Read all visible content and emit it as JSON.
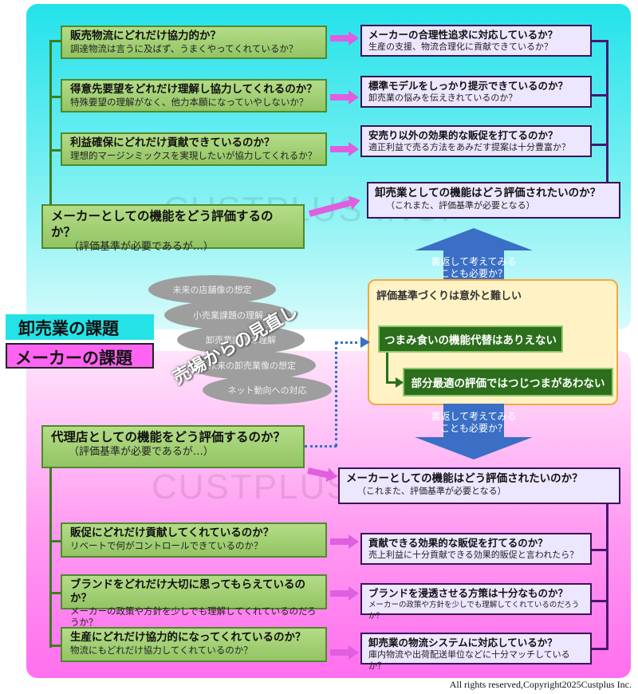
{
  "watermark": "CUSTPLUS INC.",
  "labels": {
    "wholesaler": "卸売業の課題",
    "maker": "メーカーの課題"
  },
  "top": {
    "main": {
      "title": "メーカーとしての機能をどう評価するのか？",
      "sub": "（評価基準が必要であるが…）"
    },
    "questions": [
      {
        "title": "販売物流にどれだけ協力的か？",
        "sub": "調達物流は言うに及ばず、うまくやってくれているか？"
      },
      {
        "title": "得意先要望をどれだけ理解し協力してくれるのか？",
        "sub": "特殊要望の理解がなく、他力本願になっていやしないか？"
      },
      {
        "title": "利益確保にどれだけ貢献できているのか？",
        "sub": "理想的マージンミックスを実現したいが協力してくれるか？"
      }
    ],
    "answers": [
      {
        "title": "メーカーの合理性追求に対応しているか？",
        "sub": "生産の支援、物流合理化に貢献できているか？"
      },
      {
        "title": "標準モデルをしっかり提示できているのか？",
        "sub": "卸売業の悩みを伝えきれているのか？"
      },
      {
        "title": "安売り以外の効果的な販促を打てるのか？",
        "sub": "適正利益で売る方法をあみだす提案は十分豊富か？"
      }
    ],
    "answer_main": {
      "title": "卸売業としての機能はどう評価されたいのか？",
      "sub": "（これまた、評価基準が必要となる）"
    }
  },
  "bottom": {
    "main": {
      "title": "代理店としての機能をどう評価するのか？",
      "sub": "（評価基準が必要であるが…）"
    },
    "answer_main": {
      "title": "メーカーとしての機能はどう評価されたいのか？",
      "sub": "（これまた、評価基準が必要となる）"
    },
    "questions": [
      {
        "title": "販促にどれだけ貢献してくれているのか？",
        "sub": "リベートで何がコントロールできているのか？"
      },
      {
        "title": "ブランドをどれだけ大切に思ってもらえているのか？",
        "sub": "メーカーの政策や方針を少しでも理解してくれているのだろうか？"
      },
      {
        "title": "生産にどれだけ協力的になってくれているのか？",
        "sub": "物流にもどれだけ協力してくれているのか？"
      }
    ],
    "answers": [
      {
        "title": "貢献できる効果的な販促を打てるのか？",
        "sub": "売上利益に十分貢献できる効果的販促と言われたら？"
      },
      {
        "title": "ブランドを浸透させる方策は十分なものか？",
        "sub": "メーカーの政策や方針を少しでも理解してくれているのだろうか？"
      },
      {
        "title": "卸売業の物流システムに対応しているか？",
        "sub": "庫内物流や出荷配送単位などに十分マッチしているか？"
      }
    ]
  },
  "ellipses": [
    "未来の店舗像の想定",
    "小売業課題の理解",
    "卸売業課題の理解",
    "未来の卸売業像の想定",
    "ネット動向への対応"
  ],
  "rotated_text": "売場からの見直し",
  "center": {
    "title": "評価基準づくりは意外と難しい",
    "box1": "つまみ食いの機能代替はありえない",
    "box2": "部分最適の評価ではつじつまがあわない",
    "arrow_up": "裏返して考えてみる\nことも必要か？",
    "arrow_down": "裏返して考えてみる\nことも必要か？"
  },
  "copyright": "All rights reserved,Copyright2025Custplus Inc."
}
